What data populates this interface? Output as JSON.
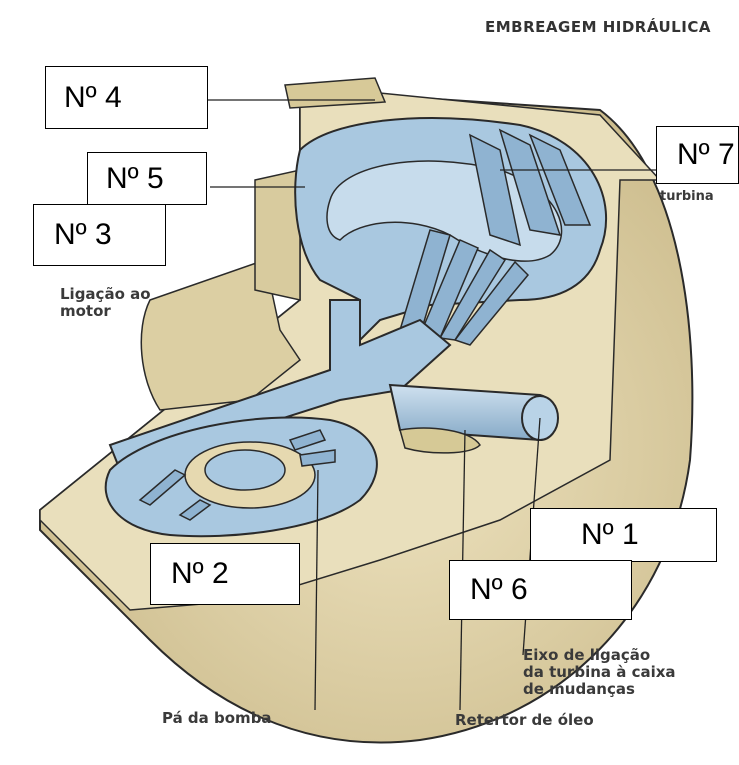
{
  "title": "EMBREAGEM HIDRÁULICA",
  "captions": {
    "ligacao_motor": "Ligação ao\nmotor",
    "pa_bomba": "Pá da bomba",
    "retertor": "Retertor de óleo",
    "eixo": "Eixo de ligação\nda turbina à caixa\nde mudanças",
    "turbina_fragment": "turbina",
    "ina_fragment": "ina"
  },
  "labels": {
    "n1": "Nº 1",
    "n2": "Nº 2",
    "n3": "Nº 3",
    "n4": "Nº 4",
    "n5": "Nº 5",
    "n6": "Nº 6",
    "n7": "Nº 7"
  },
  "colors": {
    "housing": "#e6d9b0",
    "housing_shadow": "#c9b98a",
    "fluid_blue": "#a9c8e0",
    "blade_blue": "#8fb3d1",
    "outline": "#2a2a2a"
  }
}
